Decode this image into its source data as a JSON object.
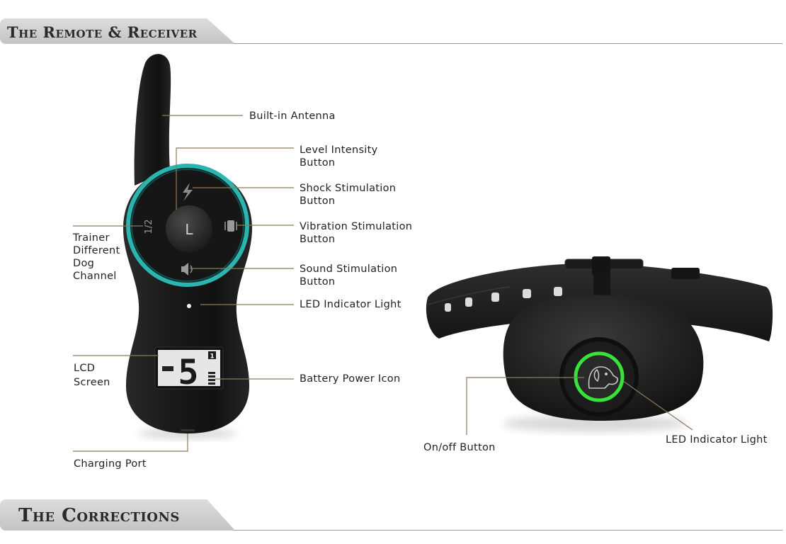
{
  "sections": {
    "remote_receiver_title": "The Remote & Receiver",
    "corrections_title": "The Corrections"
  },
  "remote": {
    "center_button_label": "L",
    "channel_button_label": "1/2",
    "lcd_digit": "5",
    "lcd_channel": "1"
  },
  "callouts": {
    "antenna": "Built-in Antenna",
    "level_intensity": "Level Intensity\nButton",
    "shock": "Shock Stimulation\nButton",
    "vibration": "Vibration Stimulation\nButton",
    "sound": "Sound Stimulation\nButton",
    "led_remote": "LED Indicator Light",
    "trainer_channel": "Trainer\nDifferent\nDog\nChannel",
    "lcd": "LCD\nScreen",
    "battery": "Battery Power Icon",
    "charging_port": "Charging Port",
    "onoff": "On/off Button",
    "led_collar": "LED Indicator Light"
  },
  "colors": {
    "remote_ring": "#2bb5b0",
    "collar_led": "#39e23a",
    "leader_line": "#8a7a5a"
  }
}
